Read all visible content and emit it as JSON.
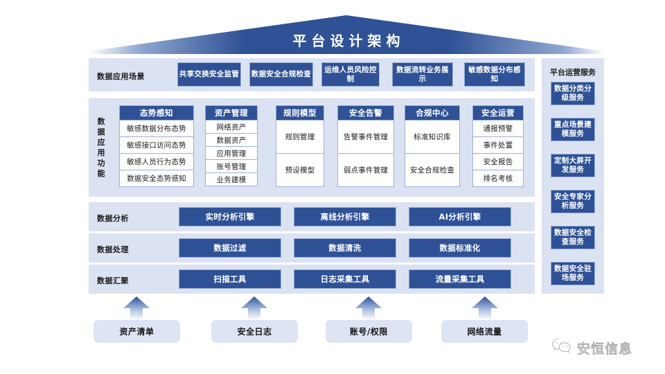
{
  "title": "平台设计架构",
  "rows": {
    "scenarios": {
      "label": "数据应用场景",
      "items": [
        "共享交换安全监管",
        "数据安全合规检查",
        "运维人员风险控制",
        "数据流转业务展示",
        "敏感数据分布感知"
      ]
    },
    "functions": {
      "label": "数据应用功能",
      "columns": [
        {
          "header": "态势感知",
          "items": [
            "敏感数据分布态势",
            "敏感接口访问态势",
            "敏感人员行为态势",
            "数据安全态势感知"
          ]
        },
        {
          "header": "资产管理",
          "items": [
            "网络资产",
            "数据资产",
            "应用管理",
            "账号管理",
            "业务建模"
          ]
        },
        {
          "header": "规则模型",
          "items": [
            "规则管理",
            "预设模型"
          ]
        },
        {
          "header": "安全告警",
          "items": [
            "告警事件管理",
            "弱点事件管理"
          ]
        },
        {
          "header": "合规中心",
          "items": [
            "标准知识库",
            "安全合规检查"
          ]
        },
        {
          "header": "安全运营",
          "items": [
            "通报预警",
            "事件处置",
            "安全报告",
            "排名考核"
          ]
        }
      ]
    },
    "analysis": {
      "label": "数据分析",
      "items": [
        "实时分析引擎",
        "离线分析引擎",
        "AI分析引擎"
      ]
    },
    "processing": {
      "label": "数据处理",
      "items": [
        "数据过滤",
        "数据清洗",
        "数据标准化"
      ]
    },
    "collection": {
      "label": "数据汇聚",
      "items": [
        "扫描工具",
        "日志采集工具",
        "流量采集工具"
      ]
    }
  },
  "sidebar": {
    "title": "平台运营服务",
    "items": [
      "数据分类分级服务",
      "重点场景建模服务",
      "定制大屏开发服务",
      "安全专家分析服务",
      "数据安全检查服务",
      "数据安全驻场服务"
    ]
  },
  "sources": [
    "资产清单",
    "安全日志",
    "账号/权限",
    "网络流量"
  ],
  "watermark": {
    "text": "安恒信息",
    "icon": "wechat-icon"
  },
  "colors": {
    "chip": "#2f5196",
    "band": "#dbe3f2",
    "roof": "#2f5196",
    "chip_border": "#9bb0d8",
    "source_box": "#dde4f3"
  }
}
